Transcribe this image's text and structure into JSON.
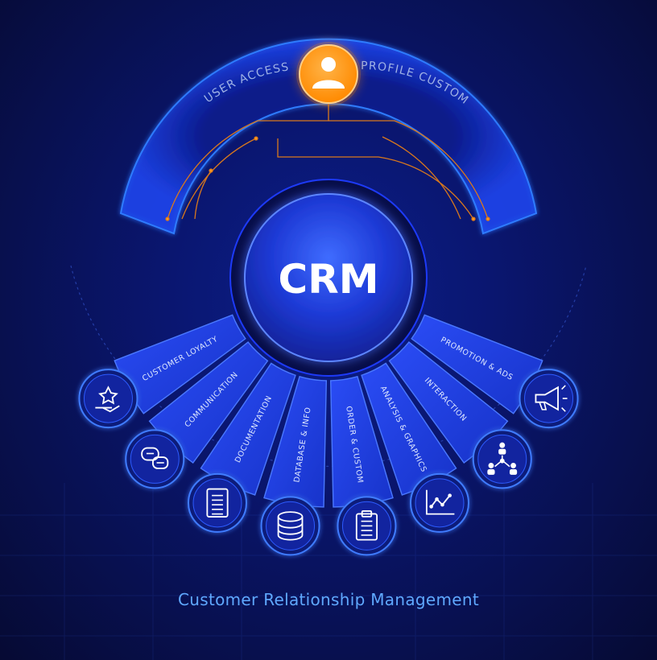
{
  "center": {
    "label": "CRM"
  },
  "top_labels": {
    "left": "USER ACCESS",
    "right": "PROFILE CUSTOM"
  },
  "segments": [
    {
      "label": "CUSTOMER LOYALTY",
      "icon": "star-hand-icon"
    },
    {
      "label": "COMMUNICATION",
      "icon": "chat-bubbles-icon"
    },
    {
      "label": "DOCUMENTATION",
      "icon": "document-icon"
    },
    {
      "label": "DATABASE & INFO",
      "icon": "database-icon"
    },
    {
      "label": "ORDER & CUSTOM",
      "icon": "clipboard-icon"
    },
    {
      "label": "ANALYSIS & GRAPHICS",
      "icon": "line-graph-icon"
    },
    {
      "label": "INTERACTION",
      "icon": "network-people-icon"
    },
    {
      "label": "PROMOTION & ADS",
      "icon": "megaphone-icon"
    }
  ],
  "user_node": {
    "icon": "user-icon"
  },
  "footer": {
    "title": "Customer Relationship Management"
  },
  "colors": {
    "accent_orange": "#ff9a1f",
    "text_blue": "#5fa8ff",
    "background": "#0a1670"
  }
}
